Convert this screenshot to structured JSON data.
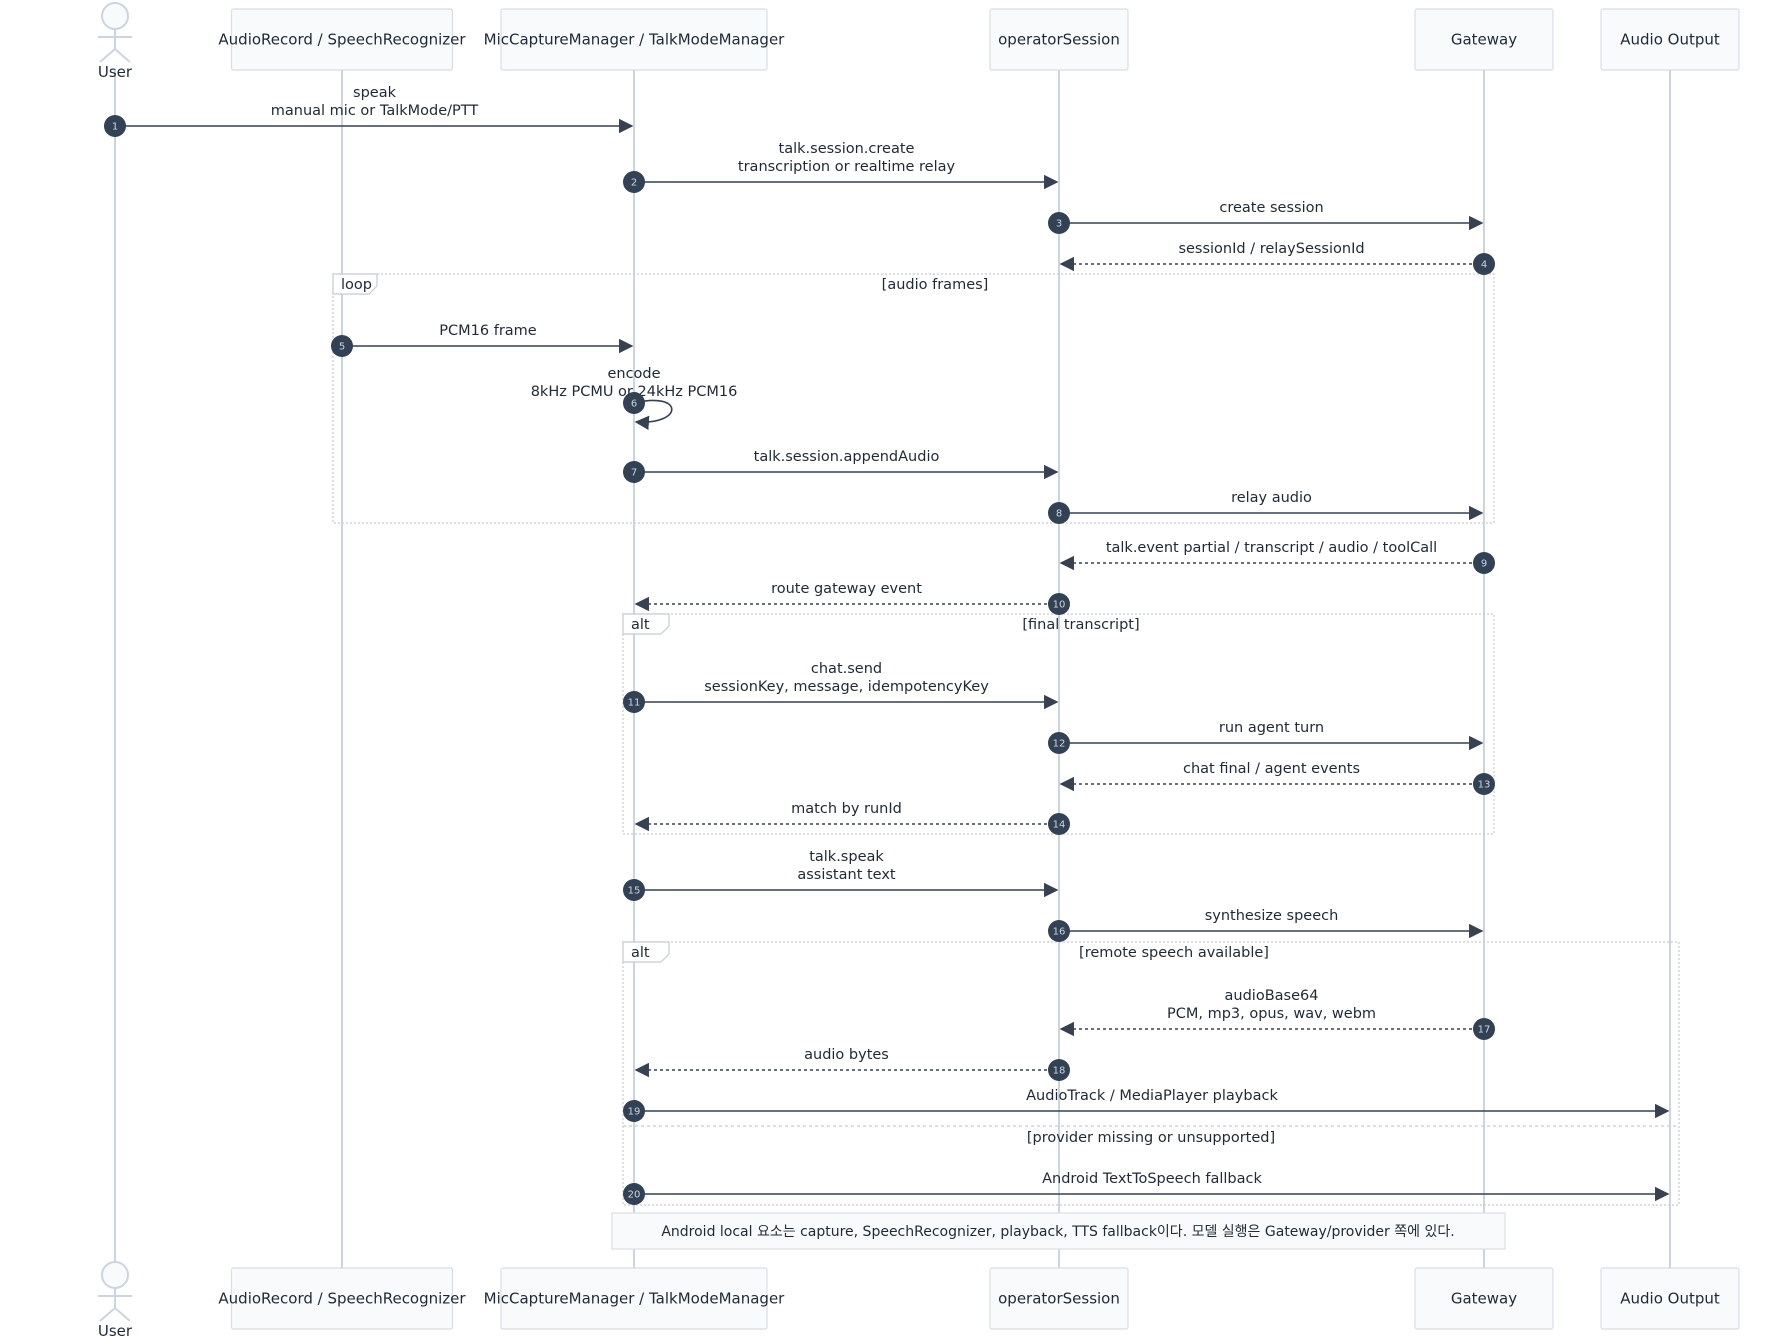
{
  "participants": [
    {
      "id": "user",
      "label": "User",
      "kind": "actor"
    },
    {
      "id": "audio",
      "label": "AudioRecord / SpeechRecognizer",
      "kind": "box"
    },
    {
      "id": "mic",
      "label": "MicCaptureManager / TalkModeManager",
      "kind": "box"
    },
    {
      "id": "op",
      "label": "operatorSession",
      "kind": "box"
    },
    {
      "id": "gw",
      "label": "Gateway",
      "kind": "box"
    },
    {
      "id": "out",
      "label": "Audio Output",
      "kind": "box"
    }
  ],
  "messages": [
    {
      "n": "1",
      "from": "user",
      "to": "mic",
      "lines": [
        "speak",
        "manual mic or TalkMode/PTT"
      ],
      "style": "solid"
    },
    {
      "n": "2",
      "from": "mic",
      "to": "op",
      "lines": [
        "talk.session.create",
        "transcription or realtime relay"
      ],
      "style": "solid"
    },
    {
      "n": "3",
      "from": "op",
      "to": "gw",
      "lines": [
        "create session"
      ],
      "style": "solid"
    },
    {
      "n": "4",
      "from": "gw",
      "to": "op",
      "lines": [
        "sessionId / relaySessionId"
      ],
      "style": "dashed"
    },
    {
      "n": "5",
      "from": "audio",
      "to": "mic",
      "lines": [
        "PCM16 frame"
      ],
      "style": "solid"
    },
    {
      "n": "6",
      "from": "mic",
      "to": "mic",
      "lines": [
        "encode",
        "8kHz PCMU or 24kHz PCM16"
      ],
      "style": "solid"
    },
    {
      "n": "7",
      "from": "mic",
      "to": "op",
      "lines": [
        "talk.session.appendAudio"
      ],
      "style": "solid"
    },
    {
      "n": "8",
      "from": "op",
      "to": "gw",
      "lines": [
        "relay audio"
      ],
      "style": "solid"
    },
    {
      "n": "9",
      "from": "gw",
      "to": "op",
      "lines": [
        "talk.event partial / transcript / audio / toolCall"
      ],
      "style": "dashed"
    },
    {
      "n": "10",
      "from": "op",
      "to": "mic",
      "lines": [
        "route gateway event"
      ],
      "style": "dashed"
    },
    {
      "n": "11",
      "from": "mic",
      "to": "op",
      "lines": [
        "chat.send",
        "sessionKey, message, idempotencyKey"
      ],
      "style": "solid"
    },
    {
      "n": "12",
      "from": "op",
      "to": "gw",
      "lines": [
        "run agent turn"
      ],
      "style": "solid"
    },
    {
      "n": "13",
      "from": "gw",
      "to": "op",
      "lines": [
        "chat final / agent events"
      ],
      "style": "dashed"
    },
    {
      "n": "14",
      "from": "op",
      "to": "mic",
      "lines": [
        "match by runId"
      ],
      "style": "dashed"
    },
    {
      "n": "15",
      "from": "mic",
      "to": "op",
      "lines": [
        "talk.speak",
        "assistant text"
      ],
      "style": "solid"
    },
    {
      "n": "16",
      "from": "op",
      "to": "gw",
      "lines": [
        "synthesize speech"
      ],
      "style": "solid"
    },
    {
      "n": "17",
      "from": "gw",
      "to": "op",
      "lines": [
        "audioBase64",
        "PCM, mp3, opus, wav, webm"
      ],
      "style": "dashed"
    },
    {
      "n": "18",
      "from": "op",
      "to": "mic",
      "lines": [
        "audio bytes"
      ],
      "style": "dashed"
    },
    {
      "n": "19",
      "from": "mic",
      "to": "out",
      "lines": [
        "AudioTrack / MediaPlayer playback"
      ],
      "style": "solid"
    },
    {
      "n": "20",
      "from": "mic",
      "to": "out",
      "lines": [
        "Android TextToSpeech fallback"
      ],
      "style": "solid"
    }
  ],
  "frames": [
    {
      "keyword": "loop",
      "condition": "[audio frames]"
    },
    {
      "keyword": "alt",
      "condition": "[final transcript]"
    },
    {
      "keyword": "alt",
      "condition": "[remote speech available]",
      "else_condition": "[provider missing or unsupported]"
    }
  ],
  "note": "Android local 요소는 capture, SpeechRecognizer, playback, TTS fallback이다. 모델 실행은 Gateway/provider 쪽에 있다.",
  "colors": {
    "lifeline": "#cbd5e1",
    "box_fill": "#f8fafc",
    "box_stroke": "#d8dee6",
    "arrow": "#374151",
    "number_badge": "#334155",
    "frame_stroke": "#c5ccd5",
    "text": "#1f2937"
  }
}
